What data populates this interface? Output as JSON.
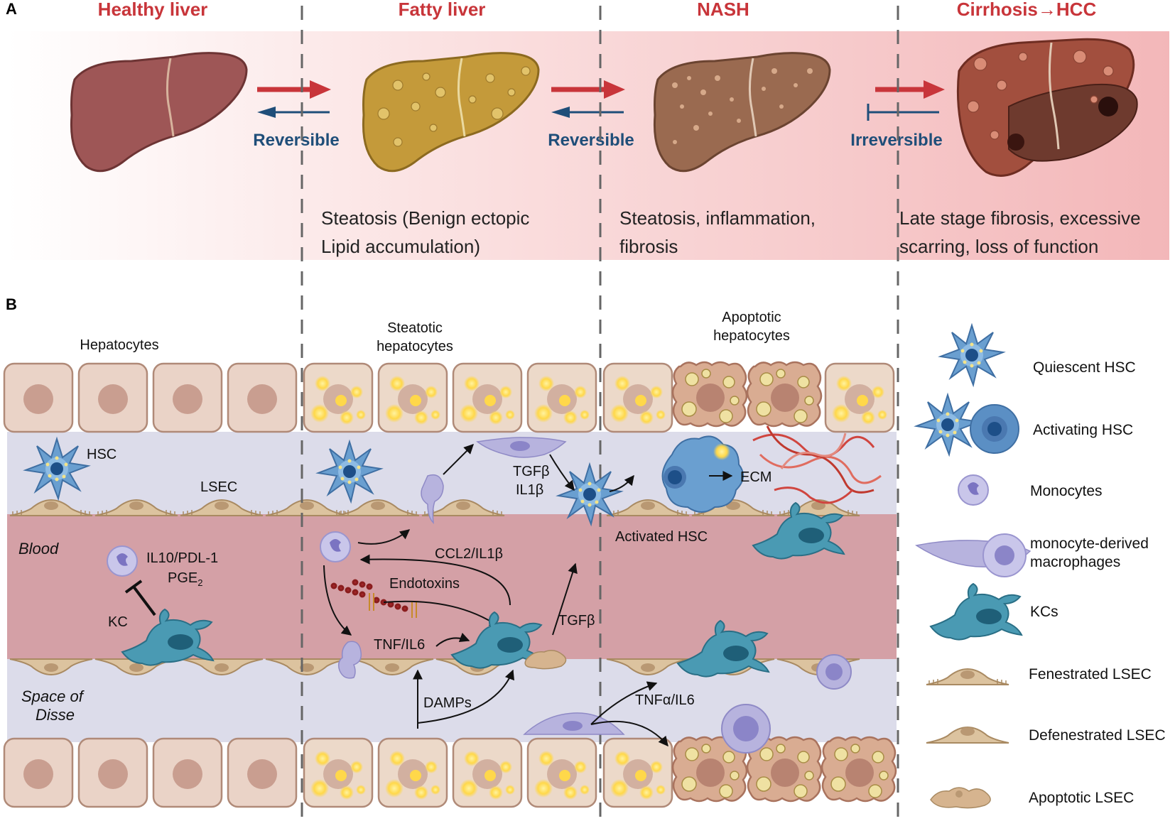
{
  "panel_a": {
    "letter": "A",
    "stages": [
      "Healthy liver",
      "Fatty liver",
      "NASH",
      "Cirrhosis→HCC"
    ],
    "arrow_labels": [
      "Reversible",
      "Reversible",
      "Irreversible"
    ],
    "descriptions": [
      {
        "line1": "Steatosis (Benign ectopic",
        "line2": "Lipid accumulation)"
      },
      {
        "line1": "Steatosis, inflammation,",
        "line2": "fibrosis"
      },
      {
        "line1": "Late stage fibrosis, excessive",
        "line2": "scarring, loss of function"
      }
    ]
  },
  "panel_b": {
    "letter": "B",
    "labels": {
      "hepatocytes": "Hepatocytes",
      "steatotic_1": "Steatotic",
      "steatotic_2": "hepatocytes",
      "apoptotic_1": "Apoptotic",
      "apoptotic_2": "hepatocytes",
      "hsc": "HSC",
      "lsec": "LSEC",
      "blood": "Blood",
      "space_1": "Space of",
      "space_2": "Disse",
      "kc": "KC",
      "il10": "IL10/PDL-1",
      "pge": "PGE",
      "pge_sub": "2",
      "tgfb_il1b_1": "TGFβ",
      "tgfb_il1b_2": "IL1β",
      "ccl2": "CCL2/IL1β",
      "endotoxins": "Endotoxins",
      "tnf_il6": "TNF/IL6",
      "tgfb": "TGFβ",
      "damps": "DAMPs",
      "activated_hsc": "Activated HSC",
      "ecm": "ECM",
      "tnfa_il6": "TNFα/IL6"
    }
  },
  "legend": {
    "items": [
      {
        "line1": "Quiescent HSC"
      },
      {
        "line1": "Activating HSC"
      },
      {
        "line1": "Monocytes"
      },
      {
        "line1": "monocyte-derived",
        "line2": "macrophages"
      },
      {
        "line1": "KCs"
      },
      {
        "line1": "Fenestrated LSEC"
      },
      {
        "line1": "Defenestrated LSEC"
      },
      {
        "line1": "Apoptotic LSEC"
      }
    ]
  },
  "colors": {
    "stage_red": "#c8353a",
    "arrow_blue": "#1f4e79",
    "blood": "#d4a0a6",
    "disse": "#dcdcea",
    "hepatocyte": "#ead3c7",
    "hsc_blue": "#5b8fc4",
    "kc_teal": "#3e8fa8",
    "monocyte": "#b7b3de",
    "lsec": "#dcc39f"
  }
}
